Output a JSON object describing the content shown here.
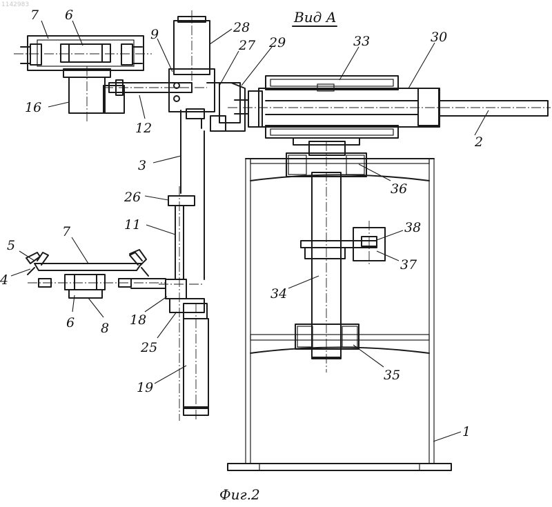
{
  "figure": {
    "view_title": "Вид А",
    "caption": "Фиг.2",
    "watermark": "1142983"
  },
  "labels": [
    "1",
    "2",
    "3",
    "4",
    "5",
    "6",
    "6",
    "7",
    "7",
    "8",
    "9",
    "11",
    "12",
    "16",
    "18",
    "19",
    "25",
    "26",
    "27",
    "28",
    "29",
    "30",
    "33",
    "34",
    "35",
    "36",
    "37",
    "38"
  ],
  "colors": {
    "ink": "#1a1a1a",
    "paper": "#ffffff"
  }
}
